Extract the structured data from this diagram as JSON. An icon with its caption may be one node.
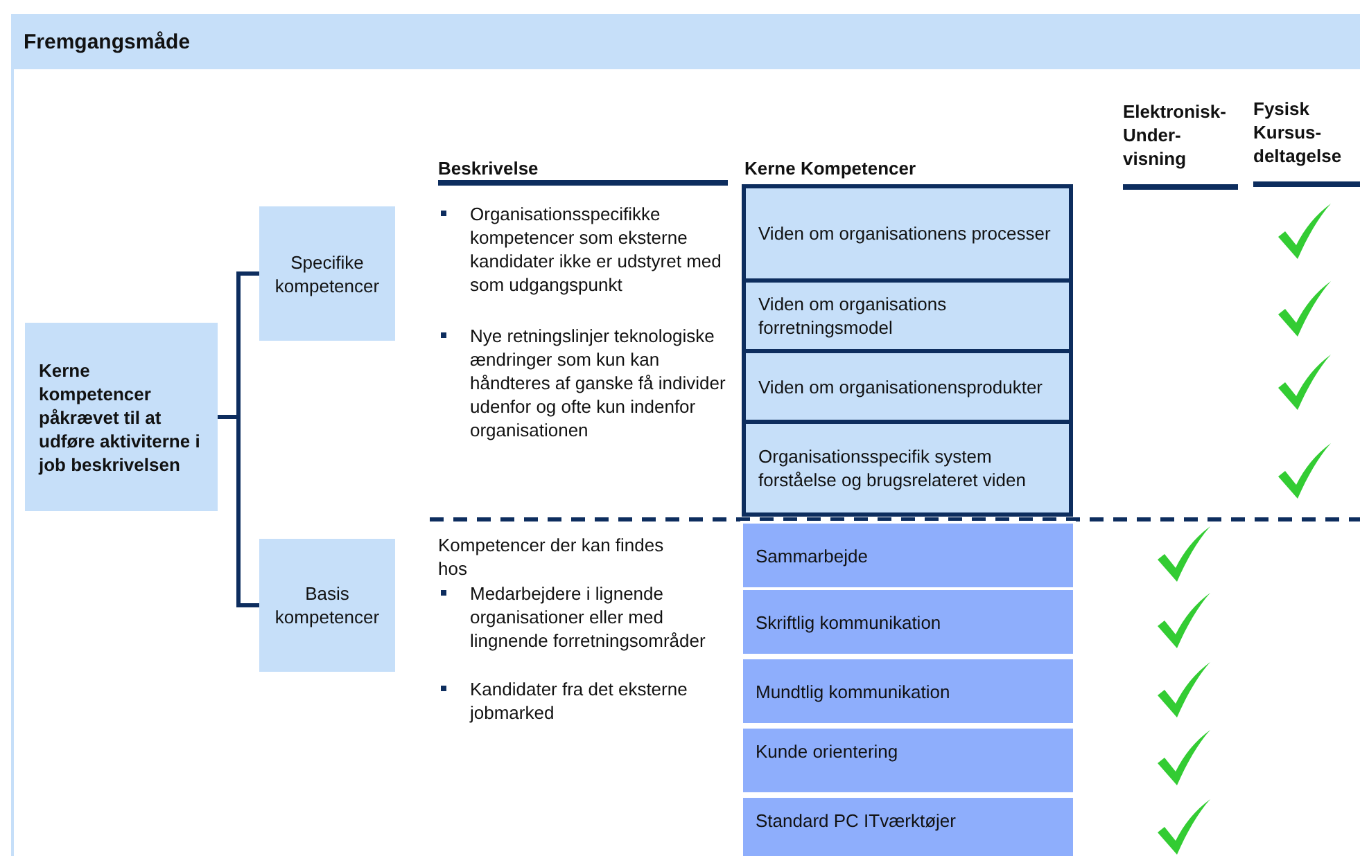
{
  "diagram": {
    "title": "Fremgangsmåde",
    "nodes": [
      {
        "text": [
          "Kerne kompetencer påkrævet til at udføre aktiviterne i job beskrivelsen"
        ]
      },
      {
        "text": [
          "Specifike kompetencer"
        ]
      },
      {
        "text": [
          "Basis kompetencer"
        ]
      },
      {
        "text": [
          "Viden om organisationens processer"
        ]
      },
      {
        "text": [
          "Viden om organisations forretningsmodel"
        ]
      },
      {
        "text": [
          "Viden om organisationensprodukter"
        ]
      },
      {
        "text": [
          "Organisationsspecifik system forståelse og brugsrelateret viden"
        ]
      },
      {
        "text": [
          "Sammarbejde"
        ]
      },
      {
        "text": [
          "Skriftlig kommunikation"
        ]
      },
      {
        "text": [
          "Mundtlig kommunikation"
        ]
      },
      {
        "text": [
          "Kunde orientering"
        ]
      },
      {
        "text": [
          "Standard PC ITværktøjer"
        ]
      }
    ],
    "edges": [
      {
        "from": 0,
        "to": 1,
        "arrow": "none"
      },
      {
        "from": 0,
        "to": 2,
        "arrow": "none"
      }
    ],
    "labels": [
      "Elektronisk- Under- visning",
      "Fysisk Kursus- deltagelse",
      "Beskrivelse",
      "Kerne Kompetencer",
      "Organisationsspecifikke kompetencer som eksterne kandidater ikke er udstyret med som udgangspunkt",
      "Nye retningslinjer teknologiske ændringer som kun kan håndteres af ganske få individer udenfor og ofte kun indenfor organisationen",
      "Kompetencer der kan findes hos",
      "Medarbejdere i lignende organisationer eller med lingnende forretningsområder",
      "Kandidater fra det eksterne jobmarked"
    ]
  }
}
